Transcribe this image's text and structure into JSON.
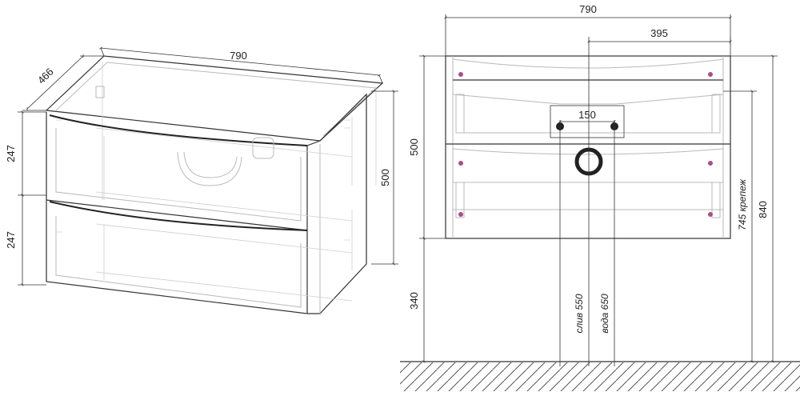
{
  "left_view": {
    "width": "790",
    "depth": "466",
    "height": "500",
    "drawer_top": "247",
    "drawer_bottom": "247"
  },
  "right_view": {
    "width": "790",
    "half_width": "395",
    "hole_spacing": "150",
    "height": "500",
    "floor_to_bottom": "340",
    "total_height": "840",
    "mount_height_label": "745 крепеж",
    "drain_label": "слив 550",
    "water_label": "вода 650"
  },
  "colors": {
    "line": "#333333",
    "ghost": "#b9b9b9",
    "screw": "#b04a8a"
  }
}
